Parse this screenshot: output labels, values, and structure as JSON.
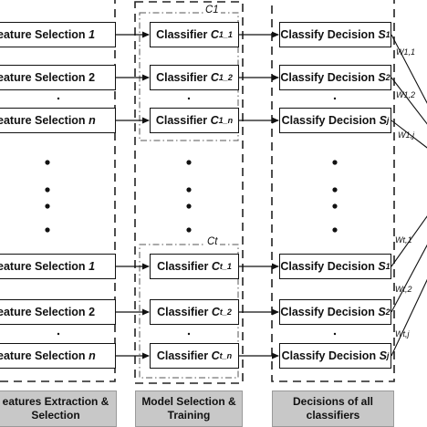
{
  "features": [
    {
      "label": "eature Selection",
      "idx": "1"
    },
    {
      "label": "eature Selection",
      "idx": "2"
    },
    {
      "label": "eature Selection",
      "idx": "n"
    },
    {
      "label": "eature Selection",
      "idx": "1"
    },
    {
      "label": "eature Selection",
      "idx": "2"
    },
    {
      "label": "eature Selection",
      "idx": "n"
    }
  ],
  "classifiers": [
    {
      "prefix": "Classifier",
      "sym": "C",
      "sub": "1_1"
    },
    {
      "prefix": "Classifier",
      "sym": "C",
      "sub": "1_2"
    },
    {
      "prefix": "Classifier",
      "sym": "C",
      "sub": "1_n"
    },
    {
      "prefix": "Classifier",
      "sym": "C",
      "sub": "t_1"
    },
    {
      "prefix": "Classifier",
      "sym": "C",
      "sub": "t_2"
    },
    {
      "prefix": "Classifier",
      "sym": "C",
      "sub": "t_n"
    }
  ],
  "decisions": [
    {
      "prefix": "Classify Decision",
      "sym": "S",
      "sub": "1"
    },
    {
      "prefix": "Classify Decision",
      "sym": "S",
      "sub": "2"
    },
    {
      "prefix": "Classify Decision",
      "sym": "S",
      "sub": "j"
    },
    {
      "prefix": "Classify  Decision",
      "sym": "S",
      "sub": "1"
    },
    {
      "prefix": "Classify  Decision",
      "sym": "S",
      "sub": "2"
    },
    {
      "prefix": "Classify  Decision",
      "sym": "S",
      "sub": "j"
    }
  ],
  "groups": {
    "top": "C1",
    "bottom": "Ct"
  },
  "weights": [
    "W1,1",
    "W1,2",
    "W1,j",
    "Wt,1",
    "Wt,2",
    "Wt,j"
  ],
  "footers": {
    "features": "eatures Extraction & Selection",
    "model": "Model Selection & Training",
    "decisions": "Decisions of all classifiers"
  }
}
